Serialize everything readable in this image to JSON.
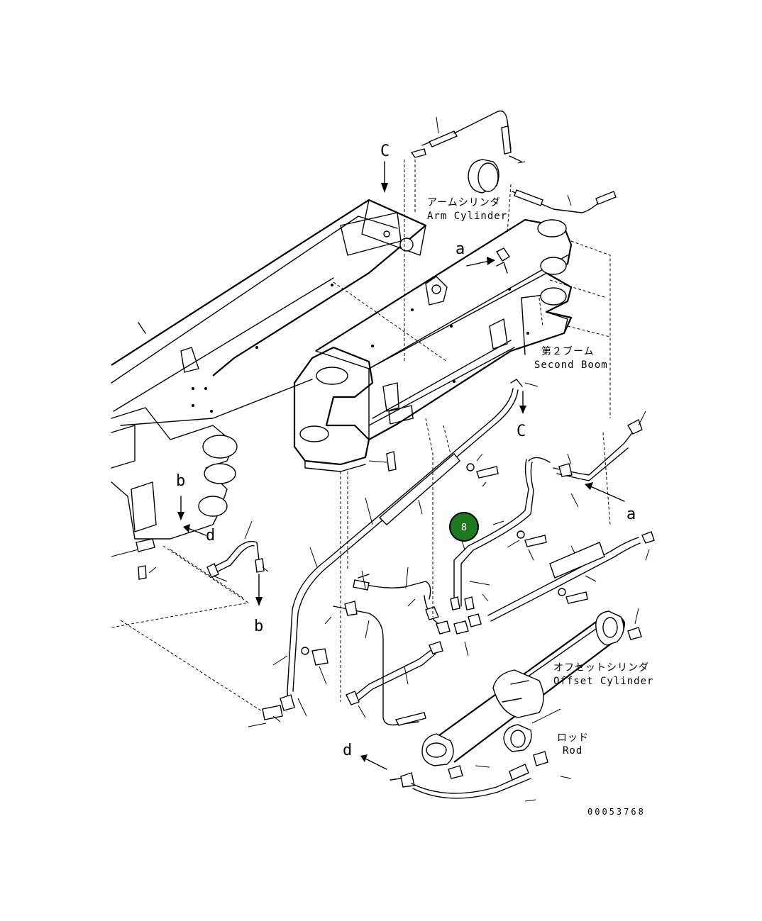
{
  "labels": {
    "arm_cylinder_jp": "アームシリンダ",
    "arm_cylinder_en": "Arm Cylinder",
    "second_boom_jp": "第２ブーム",
    "second_boom_en": "Second Boom",
    "offset_cylinder_jp": "オフセットシリンダ",
    "offset_cylinder_en": "Offset Cylinder",
    "rod_jp": "ロッド",
    "rod_en": "Rod"
  },
  "refs": {
    "c_top": "C",
    "c_mid": "C",
    "a_top": "a",
    "a_right": "a",
    "b_top": "b",
    "b_bottom": "b",
    "d_top": "d",
    "d_bottom": "d"
  },
  "callout": {
    "number": "8",
    "color": "#1f7a1f"
  },
  "drawing_number": "00053768"
}
